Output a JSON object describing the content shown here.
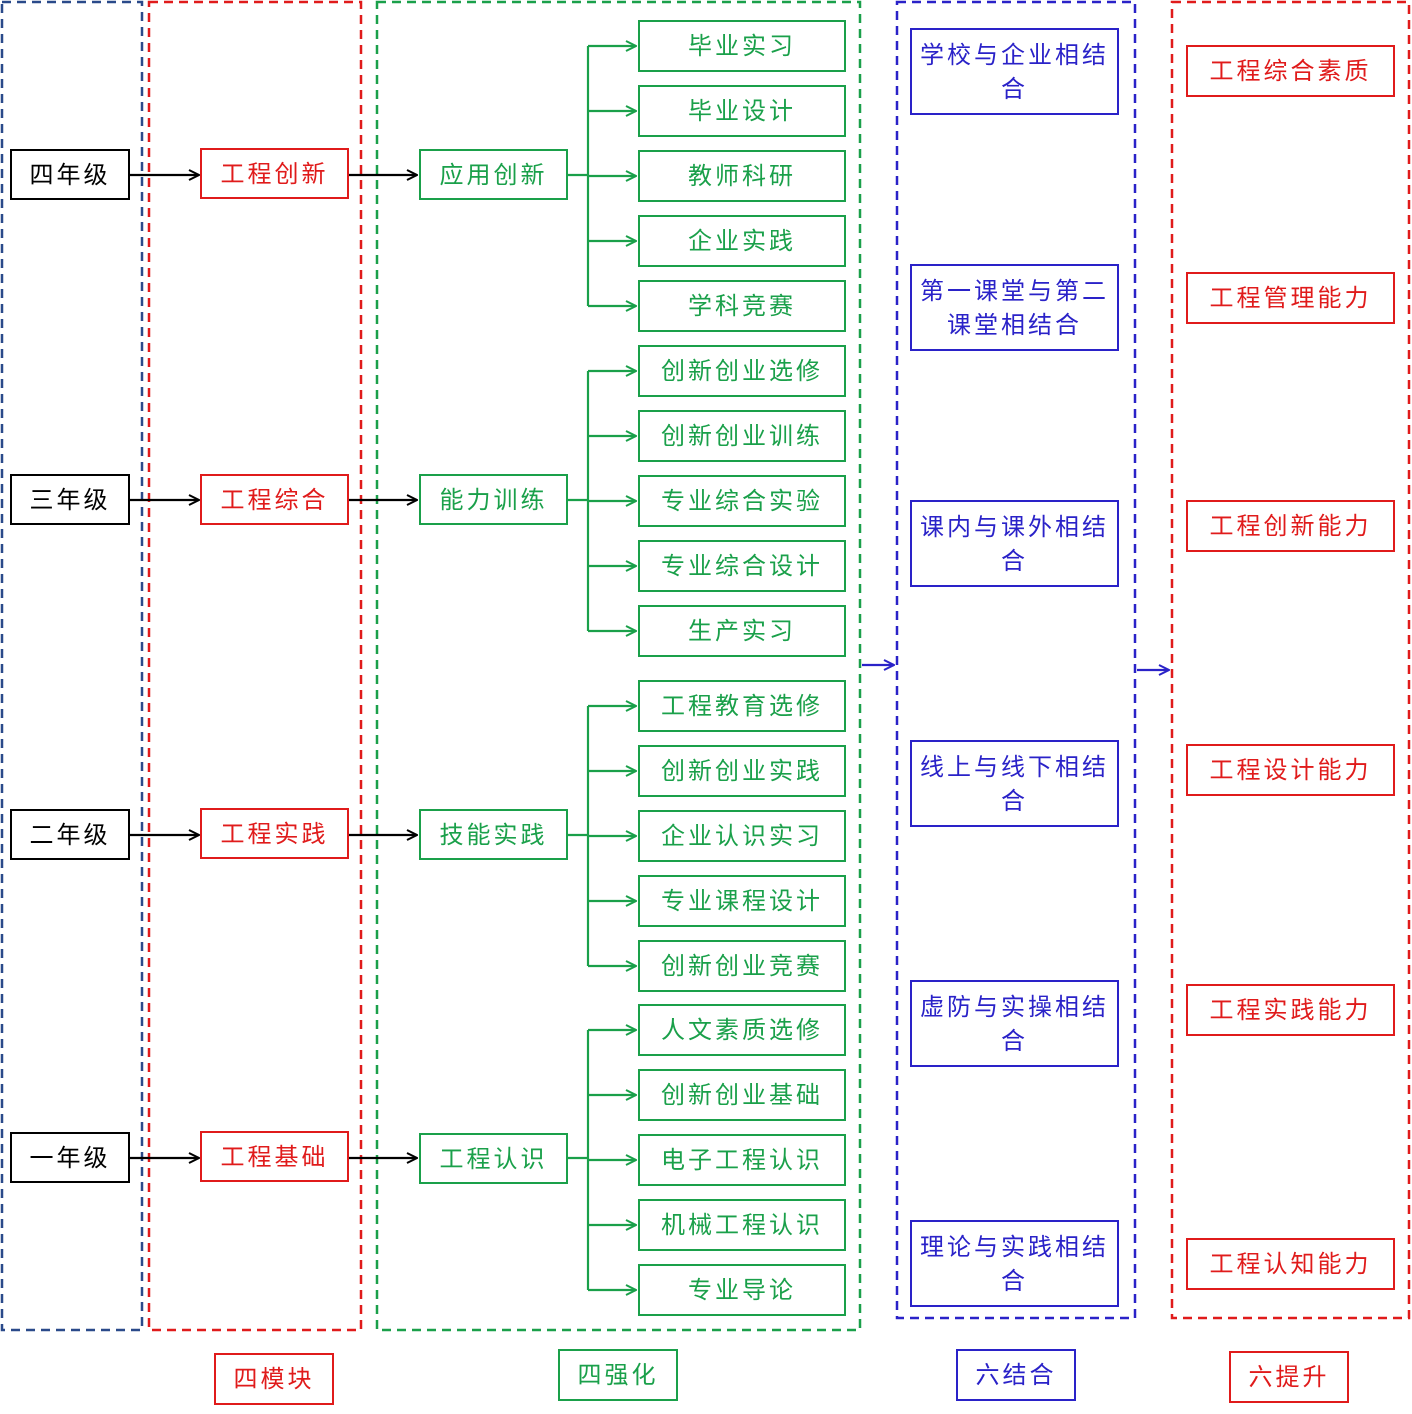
{
  "colors": {
    "black": "#000000",
    "red": "#e01b1b",
    "green": "#1aa04a",
    "blue": "#2a22c8",
    "navy": "#2a4a8a"
  },
  "grades": [
    "四年级",
    "三年级",
    "二年级",
    "一年级"
  ],
  "modules": [
    "工程创新",
    "工程综合",
    "工程实践",
    "工程基础"
  ],
  "strengthen": [
    "应用创新",
    "能力训练",
    "技能实践",
    "工程认识"
  ],
  "activities": [
    [
      "毕业实习",
      "毕业设计",
      "教师科研",
      "企业实践",
      "学科竞赛"
    ],
    [
      "创新创业选修",
      "创新创业训练",
      "专业综合实验",
      "专业综合设计",
      "生产实习"
    ],
    [
      "工程教育选修",
      "创新创业实践",
      "企业认识实习",
      "专业课程设计",
      "创新创业竞赛"
    ],
    [
      "人文素质选修",
      "创新创业基础",
      "电子工程认识",
      "机械工程认识",
      "专业导论"
    ]
  ],
  "combinations": [
    "学校与企业相结合",
    "第一课堂与第二课堂相结合",
    "课内与课外相结合",
    "线上与线下相结合",
    "虚防与实操相结合",
    "理论与实践相结合"
  ],
  "improvements": [
    "工程综合素质",
    "工程管理能力",
    "工程创新能力",
    "工程设计能力",
    "工程实践能力",
    "工程认知能力"
  ],
  "column_labels": {
    "modules": "四模块",
    "strengthen": "四强化",
    "combinations": "六结合",
    "improvements": "六提升"
  }
}
